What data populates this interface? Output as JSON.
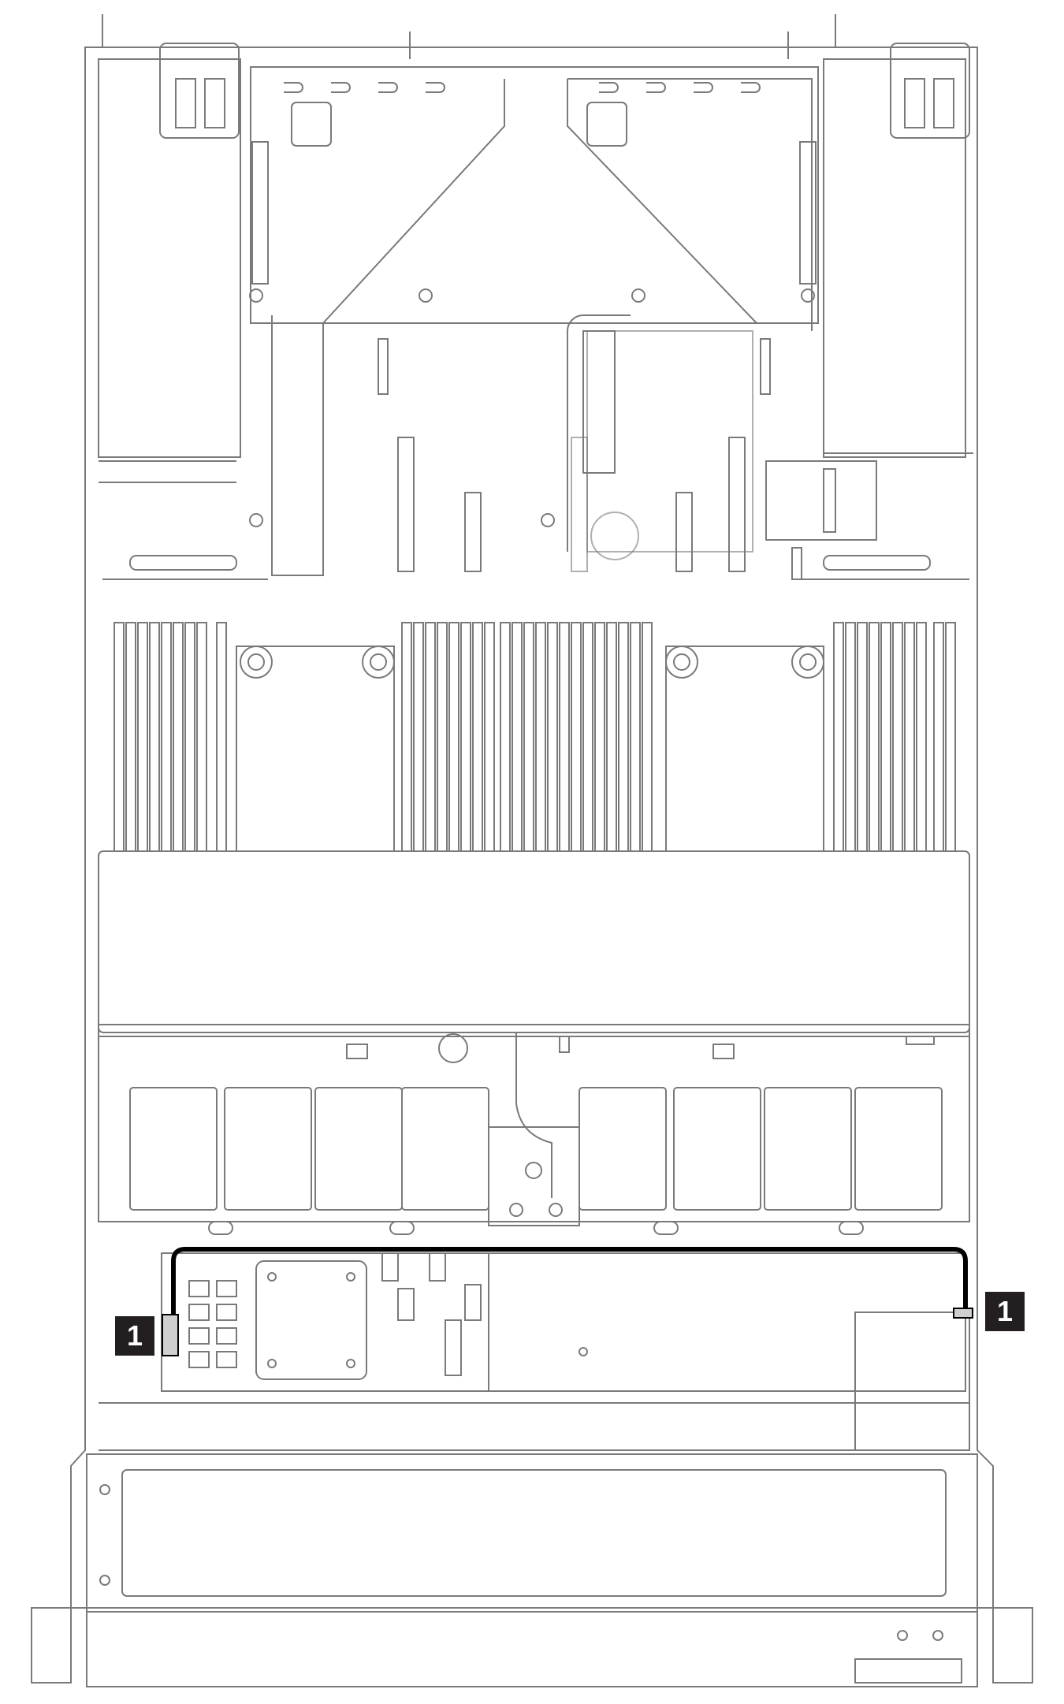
{
  "diagram": {
    "callouts": [
      {
        "id": "callout-left",
        "label": "1"
      },
      {
        "id": "callout-right",
        "label": "1"
      }
    ],
    "colors": {
      "line": "#7a7a7a",
      "cable": "#000000",
      "callout_bg": "#231f20",
      "connector_fill": "#cfcfcf"
    },
    "dimm_slots_per_bank": 8,
    "fan_count": 8
  }
}
